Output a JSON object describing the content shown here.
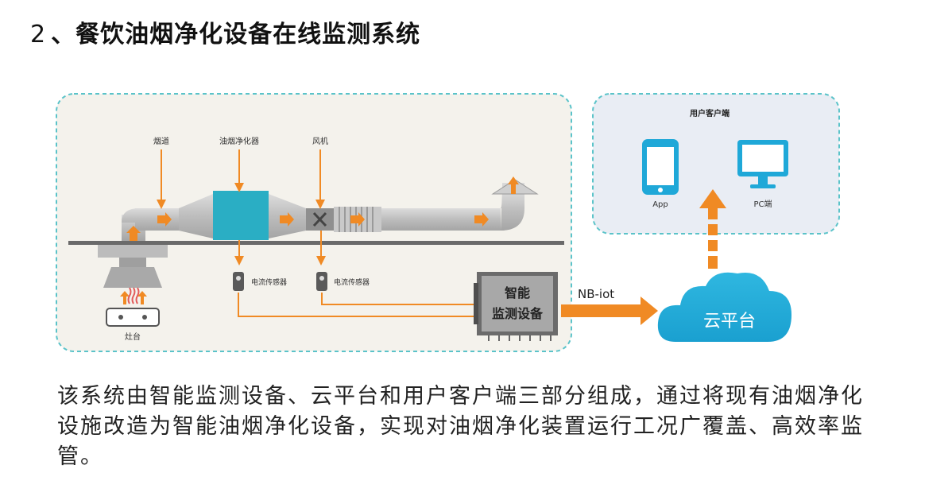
{
  "title": {
    "number": "2",
    "text": "、餐饮油烟净化设备在线监测系统"
  },
  "diagram": {
    "flue_label": "烟道",
    "purifier_label": "油烟净化器",
    "fan_label": "风机",
    "sensor1_label": "电流传感器",
    "sensor2_label": "电流传感器",
    "stove_label": "灶台",
    "device_label_line1": "智能",
    "device_label_line2": "监测设备",
    "link_label": "NB-iot",
    "cloud_label": "云平台",
    "client_title": "用户客户端",
    "app_label": "App",
    "pc_label": "PC端"
  },
  "colors": {
    "orange": "#f08a24",
    "teal": "#2bb3c8",
    "dashed": "#5bc3c9"
  },
  "description": "该系统由智能监测设备、云平台和用户客户端三部分组成，通过将现有油烟净化设施改造为智能油烟净化设备，实现对油烟净化装置运行工况广覆盖、高效率监管。"
}
